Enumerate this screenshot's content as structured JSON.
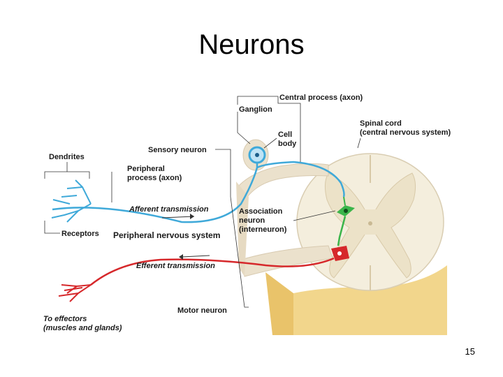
{
  "slide": {
    "title": "Neurons",
    "page_number": "15"
  },
  "labels": {
    "central_process": "Central process (axon)",
    "ganglion": "Ganglion",
    "spinal_cord_1": "Spinal cord",
    "spinal_cord_2": "(central nervous system)",
    "cell_body_1": "Cell",
    "cell_body_2": "body",
    "sensory_neuron": "Sensory neuron",
    "dendrites": "Dendrites",
    "peripheral_process_1": "Peripheral",
    "peripheral_process_2": "process (axon)",
    "afferent": "Afferent transmission",
    "association_1": "Association",
    "association_2": "neuron",
    "association_3": "(interneuron)",
    "receptors": "Receptors",
    "pns": "Peripheral nervous system",
    "efferent": "Efferent transmission",
    "motor_neuron": "Motor neuron",
    "effectors_1": "To effectors",
    "effectors_2": "(muscles and glands)"
  },
  "colors": {
    "sensory": "#3fa9d9",
    "motor": "#d6282b",
    "interneuron": "#3bb54a",
    "cord_gray": "#efe6d4",
    "cord_white": "#f6f0e2",
    "cord_base": "#f0d48a"
  }
}
